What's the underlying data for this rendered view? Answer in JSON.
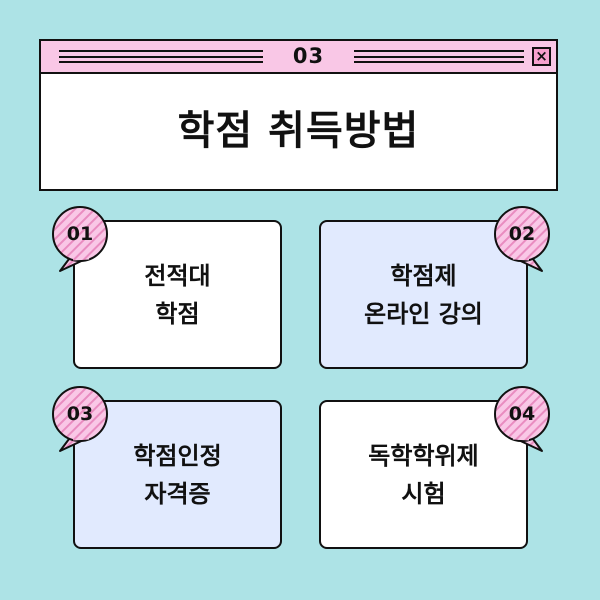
{
  "window": {
    "number": "03",
    "close_label": "×",
    "title": "학점 취득방법"
  },
  "cards": [
    {
      "badge": "01",
      "lines": [
        "전적대",
        "학점"
      ]
    },
    {
      "badge": "02",
      "lines": [
        "학점제",
        "온라인 강의"
      ]
    },
    {
      "badge": "03",
      "lines": [
        "학점인정",
        "자격증"
      ]
    },
    {
      "badge": "04",
      "lines": [
        "독학학위제",
        "시험"
      ]
    }
  ],
  "colors": {
    "background": "#ade3e6",
    "titlebar": "#f9c7e6",
    "close_button": "#f6a0cd",
    "badge_fill": "#f9c7e6",
    "badge_stripes": "#e98cc0",
    "card_white": "#ffffff",
    "card_blue": "#e1eafe",
    "outline": "#111111"
  },
  "icons": {
    "badge_shape": "striped-speech-bubble-icon",
    "close": "close-icon"
  }
}
